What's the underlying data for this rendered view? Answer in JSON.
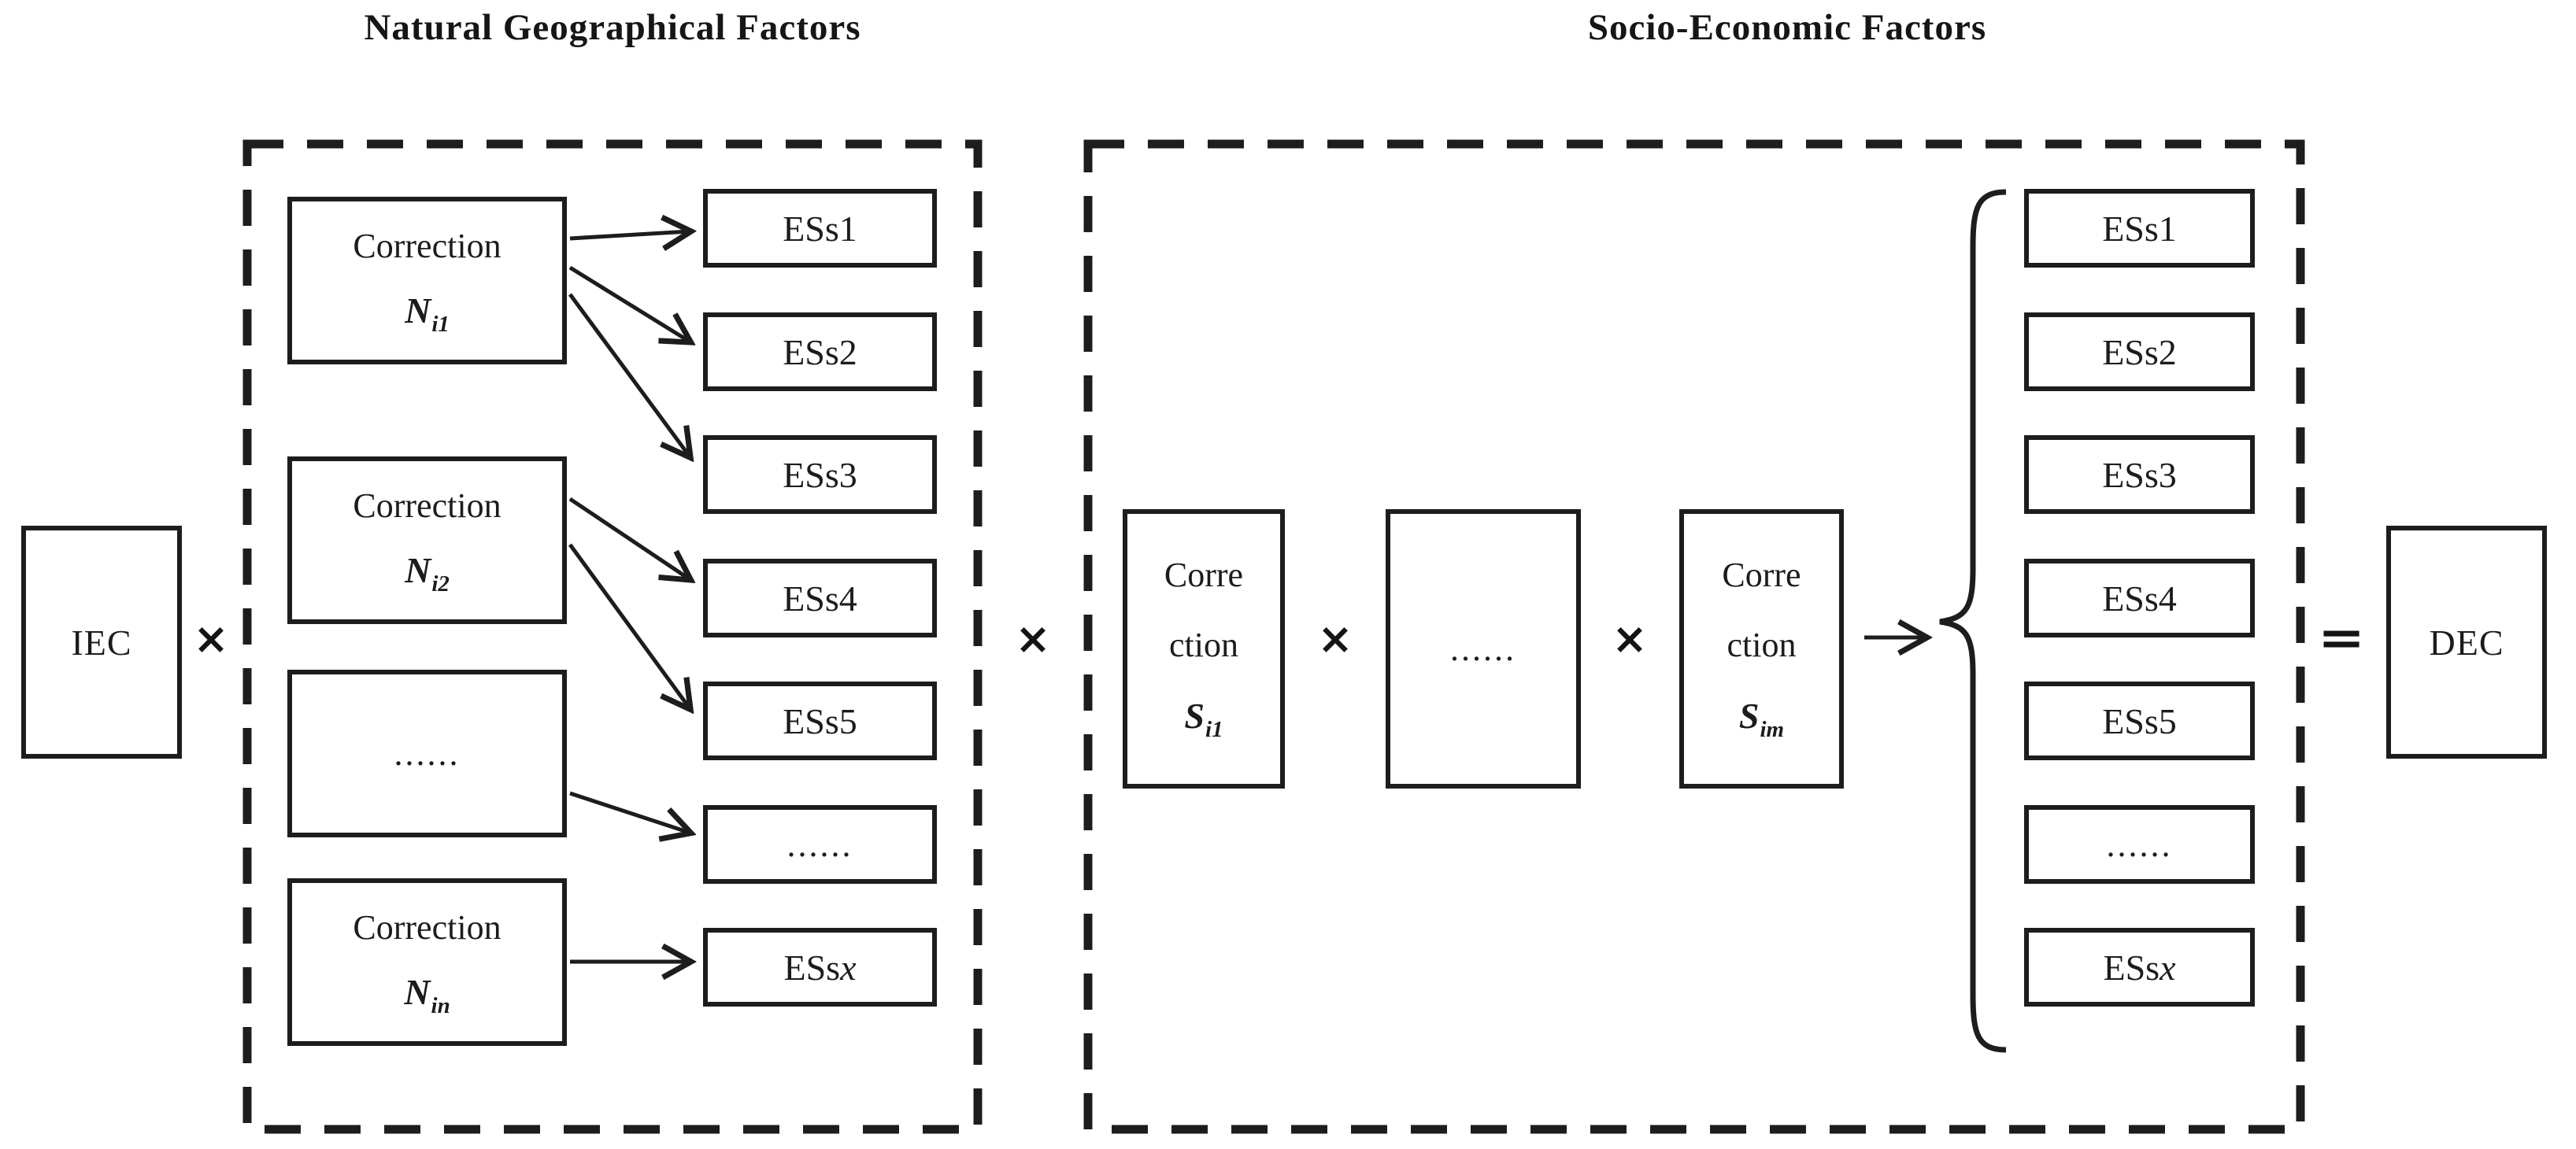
{
  "titles": {
    "left": "Natural Geographical Factors",
    "right": "Socio-Economic Factors"
  },
  "ops": {
    "multiply": "×",
    "equals": "="
  },
  "input_box": {
    "label": "IEC"
  },
  "output_box": {
    "label": "DEC"
  },
  "left_panel": {
    "corrections": [
      {
        "label": "Correction",
        "var": "N",
        "sub": "i1"
      },
      {
        "label": "Correction",
        "var": "N",
        "sub": "i2"
      },
      {
        "label": "Correction",
        "var": "N",
        "sub": "in"
      }
    ],
    "dots_box": "......",
    "ess": [
      {
        "name": "ESs1",
        "suffix": ""
      },
      {
        "name": "ESs2",
        "suffix": ""
      },
      {
        "name": "ESs3",
        "suffix": ""
      },
      {
        "name": "ESs4",
        "suffix": ""
      },
      {
        "name": "ESs5",
        "suffix": ""
      },
      {
        "name": "......",
        "suffix": ""
      },
      {
        "name": "ESs",
        "suffix": "x"
      }
    ]
  },
  "right_panel": {
    "corrections": [
      {
        "line1": "Corre",
        "line2": "ction",
        "var": "S",
        "sub": "i1"
      },
      {
        "line1": "Corre",
        "line2": "ction",
        "var": "S",
        "sub": "im"
      }
    ],
    "dots_box": "......",
    "ess": [
      {
        "name": "ESs1",
        "suffix": ""
      },
      {
        "name": "ESs2",
        "suffix": ""
      },
      {
        "name": "ESs3",
        "suffix": ""
      },
      {
        "name": "ESs4",
        "suffix": ""
      },
      {
        "name": "ESs5",
        "suffix": ""
      },
      {
        "name": "......",
        "suffix": ""
      },
      {
        "name": "ESs",
        "suffix": "x"
      }
    ]
  }
}
